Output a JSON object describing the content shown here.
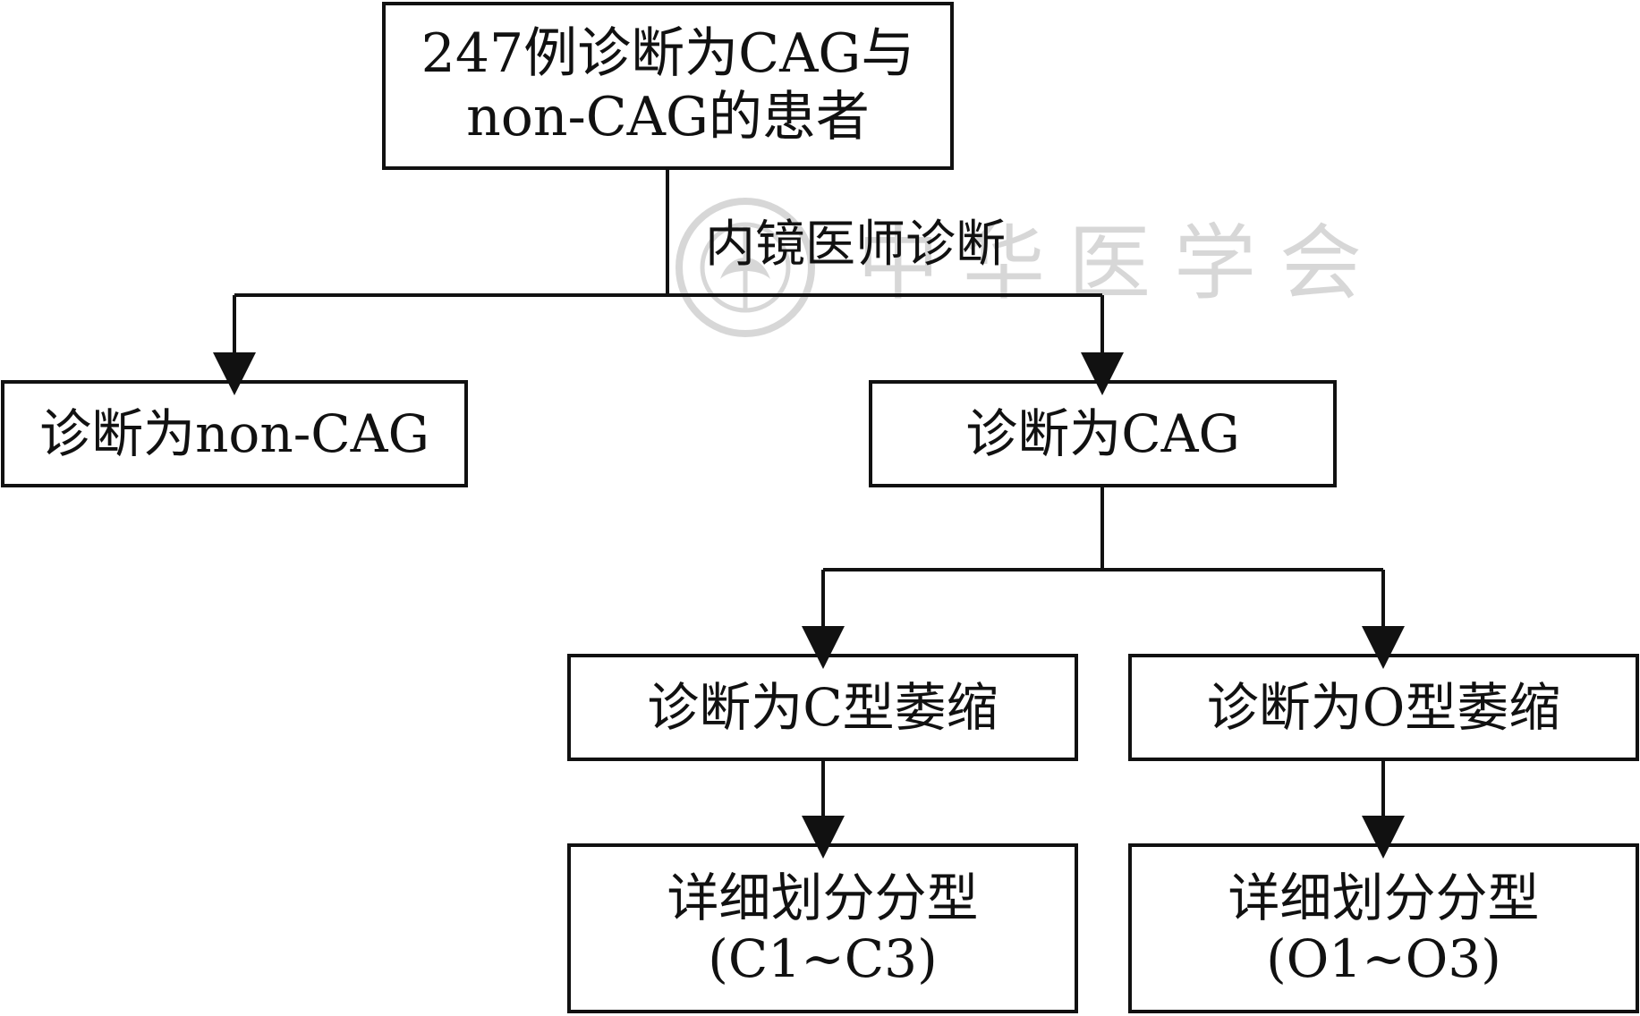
{
  "nodes": {
    "root": {
      "line1": "247例诊断为CAG与",
      "line2": "non-CAG的患者"
    },
    "noncag": "诊断为non-CAG",
    "cag": "诊断为CAG",
    "c_type": "诊断为C型萎缩",
    "o_type": "诊断为O型萎缩",
    "c_detail": {
      "line1": "详细划分分型",
      "line2": "(C1~C3)"
    },
    "o_detail": {
      "line1": "详细划分分型",
      "line2": "(O1~O3)"
    }
  },
  "edge_label": "内镜医师诊断",
  "watermark": {
    "text": "中华医学会",
    "seal_icon": "society-seal-icon"
  }
}
